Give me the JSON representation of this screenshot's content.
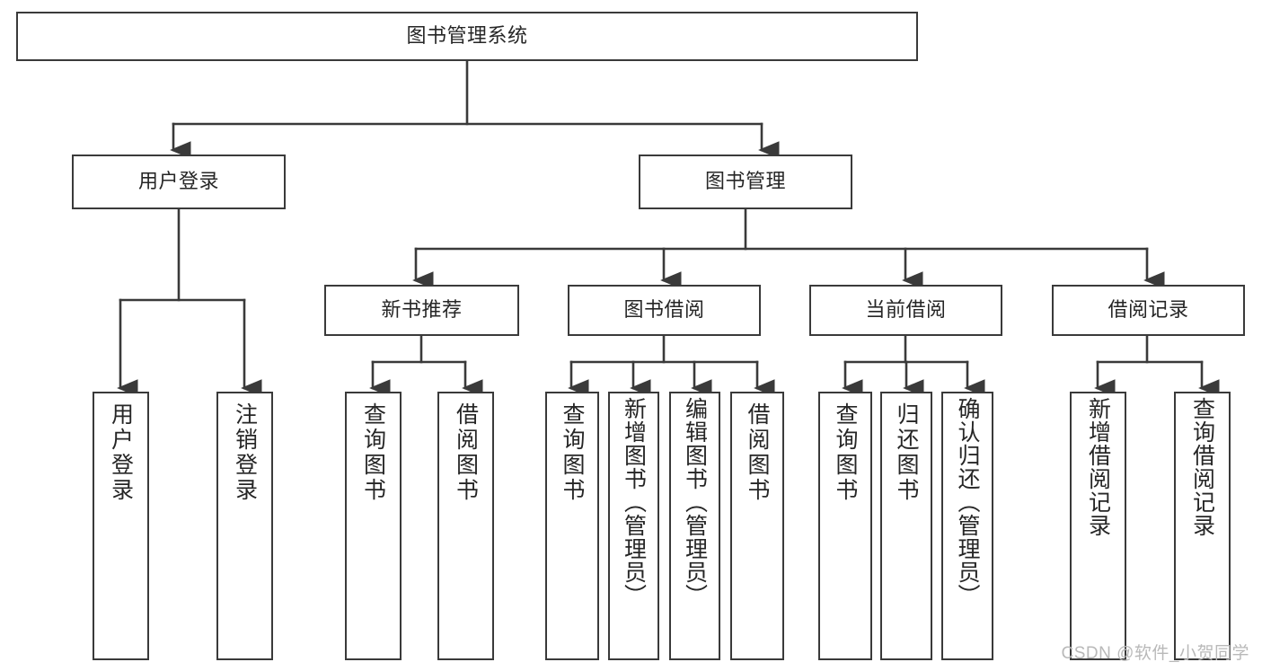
{
  "diagram": {
    "title": "图书管理系统",
    "type": "hierarchy-tree",
    "orientation": "top-down",
    "colors": {
      "box_border": "#3a3a3a",
      "box_fill": "#ffffff",
      "connector": "#3a3a3a",
      "text": "#262626",
      "background": "#ffffff",
      "watermark": "#b9b9b9"
    },
    "root": {
      "label": "图书管理系统"
    },
    "level2": [
      {
        "label": "用户登录"
      },
      {
        "label": "图书管理"
      }
    ],
    "level3": [
      {
        "label": "新书推荐"
      },
      {
        "label": "图书借阅"
      },
      {
        "label": "当前借阅"
      },
      {
        "label": "借阅记录"
      }
    ],
    "leaves": {
      "user_login": [
        {
          "label": "用户登录"
        },
        {
          "label": "注销登录"
        }
      ],
      "new_book_recommend": [
        {
          "label": "查询图书"
        },
        {
          "label": "借阅图书"
        }
      ],
      "book_borrow": [
        {
          "label": "查询图书"
        },
        {
          "label": "新增图书（管理员）"
        },
        {
          "label": "编辑图书（管理员）"
        },
        {
          "label": "借阅图书"
        }
      ],
      "current_borrow": [
        {
          "label": "查询图书"
        },
        {
          "label": "归还图书"
        },
        {
          "label": "确认归还（管理员）"
        }
      ],
      "borrow_record": [
        {
          "label": "新增借阅记录"
        },
        {
          "label": "查询借阅记录"
        }
      ]
    }
  },
  "watermark": {
    "text": "CSDN @软件_小贺同学"
  }
}
